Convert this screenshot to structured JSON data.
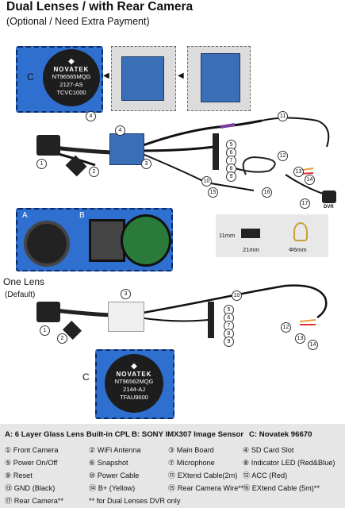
{
  "title": "Dual Lenses / with Rear Camera",
  "subtitle": "(Optional / Need Extra Payment)",
  "chip_top": {
    "label": "C",
    "brand": "NOVATEK",
    "lines": [
      "NT96565MQG",
      "2127-AS",
      "TCVC1000"
    ]
  },
  "chip_bottom": {
    "label": "C",
    "brand": "NOVATEK",
    "lines": [
      "NT96562MQG",
      "2144-AJ",
      "TFAU9600"
    ]
  },
  "lens_panel": {
    "a_label": "A",
    "b_label": "B"
  },
  "one_lens": {
    "label": "One Lens",
    "sub": "(Default)"
  },
  "dims": {
    "height": "11mm",
    "width": "21mm",
    "diameter": "Φ6mm"
  },
  "dvr_tag": "DVR",
  "callouts_top": [
    "1",
    "2",
    "3",
    "4",
    "5",
    "6",
    "7",
    "8",
    "9",
    "10",
    "11",
    "12",
    "13",
    "14",
    "15",
    "16",
    "17"
  ],
  "callouts_bottom": [
    "1",
    "2",
    "3",
    "5",
    "6",
    "7",
    "8",
    "9",
    "10",
    "12",
    "13",
    "14"
  ],
  "legend": {
    "header": [
      "A: 6 Layer Glass Lens Built-in CPL",
      "B: SONY IMX307 Image Sensor",
      "C: Novatek 96670"
    ],
    "rows": [
      [
        "① Front Camera",
        "② WiFi Antenna",
        "③ Main Board",
        "④ SD Card Slot"
      ],
      [
        "⑤ Power On/Off",
        "⑥ Snapshot",
        "⑦ Microphone",
        "⑧ Indicator LED (Red&Blue)"
      ],
      [
        "⑨ Reset",
        "⑩ Power Cable",
        "⑪ EXtend Cable(2m)",
        "⑫ ACC (Red)"
      ],
      [
        "⑬ GND (Black)",
        "⑭ B+ (Yellow)",
        "⑮ Rear Camera Wire**",
        "⑯  EXtend Cable (5m)**"
      ],
      [
        "⑰ Rear Camera**",
        "**  for Dual Lenses DVR only",
        "",
        ""
      ]
    ]
  },
  "colors": {
    "blue_panel": "#2f6fd0",
    "legend_bg": "#e6e6e6",
    "board": "#3a6fb8"
  }
}
